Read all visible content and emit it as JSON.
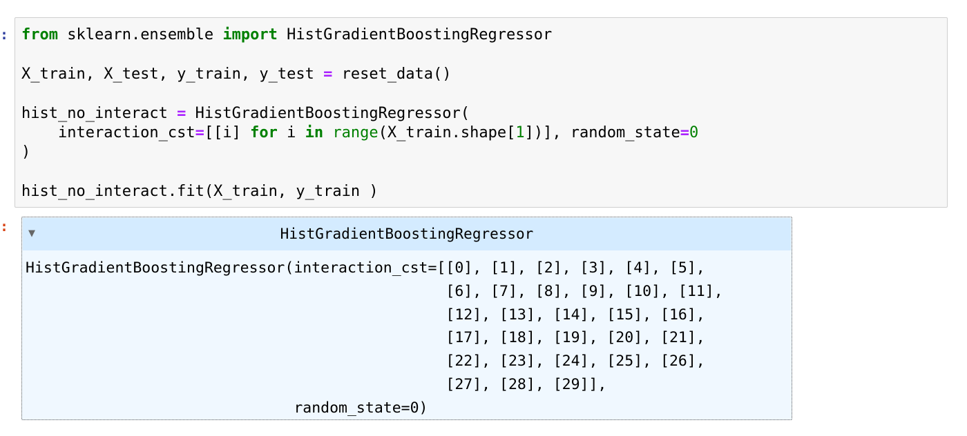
{
  "input_cell": {
    "prompt": ":",
    "code_lines": [
      [
        {
          "t": "from",
          "c": "kw"
        },
        {
          "t": " sklearn.ensemble "
        },
        {
          "t": "import",
          "c": "kw"
        },
        {
          "t": " HistGradientBoostingRegressor"
        }
      ],
      [],
      [
        {
          "t": "X_train, X_test, y_train, y_test "
        },
        {
          "t": "=",
          "c": "op"
        },
        {
          "t": " reset_data()"
        }
      ],
      [],
      [
        {
          "t": "hist_no_interact "
        },
        {
          "t": "=",
          "c": "op"
        },
        {
          "t": " HistGradientBoostingRegressor("
        }
      ],
      [
        {
          "t": "    interaction_cst"
        },
        {
          "t": "=",
          "c": "op"
        },
        {
          "t": "[[i] "
        },
        {
          "t": "for",
          "c": "kw"
        },
        {
          "t": " i "
        },
        {
          "t": "in",
          "c": "kw"
        },
        {
          "t": " "
        },
        {
          "t": "range",
          "c": "bi"
        },
        {
          "t": "(X_train.shape["
        },
        {
          "t": "1",
          "c": "num"
        },
        {
          "t": "])], random_state"
        },
        {
          "t": "=",
          "c": "op"
        },
        {
          "t": "0",
          "c": "num"
        }
      ],
      [
        {
          "t": ")"
        }
      ],
      [],
      [
        {
          "t": "hist_no_interact.fit(X_train, y_train )"
        }
      ]
    ]
  },
  "output_cell": {
    "prompt": ":",
    "toggle_icon": "▼",
    "estimator_name": "HistGradientBoostingRegressor",
    "repr_lines": [
      "HistGradientBoostingRegressor(interaction_cst=[[0], [1], [2], [3], [4], [5],",
      "                                               [6], [7], [8], [9], [10], [11],",
      "                                               [12], [13], [14], [15], [16],",
      "                                               [17], [18], [19], [20], [21],",
      "                                               [22], [23], [24], [25], [26],",
      "                                               [27], [28], [29]],",
      "                              random_state=0)"
    ]
  },
  "colors": {
    "keyword": "#008000",
    "operator": "#aa22ff",
    "number": "#008000",
    "input_prompt": "#303f9f",
    "output_prompt": "#d84315",
    "output_bg": "#f0f8ff",
    "header_bg": "#d4ebff"
  }
}
